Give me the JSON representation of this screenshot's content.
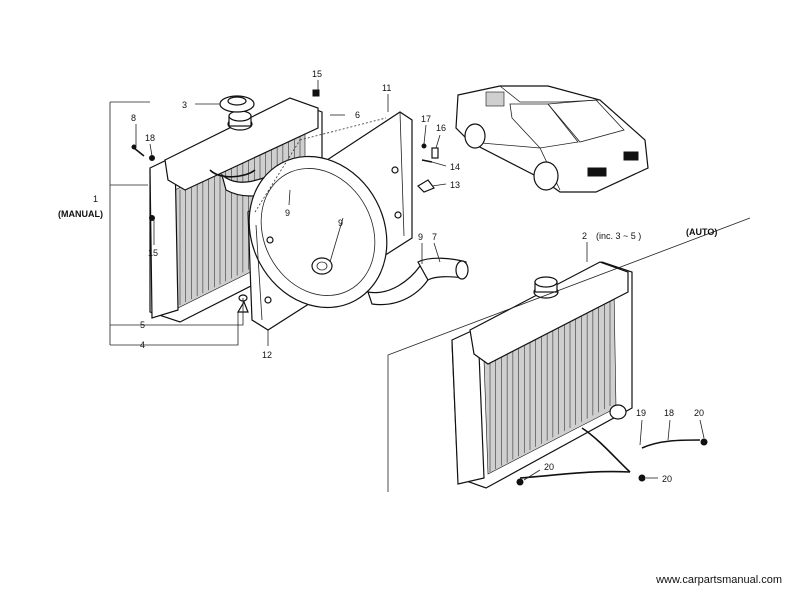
{
  "callouts": {
    "c1": "1",
    "manual": "(MANUAL)",
    "c2": "2",
    "inc": "(inc. 3 ~ 5 )",
    "auto": "(AUTO)",
    "c3": "3",
    "c4": "4",
    "c5": "5",
    "c6": "6",
    "c7": "7",
    "c8": "8",
    "c9a": "9",
    "c9b": "9",
    "c9c": "9",
    "c11": "11",
    "c12": "12",
    "c13": "13",
    "c14": "14",
    "c15a": "15",
    "c15b": "15",
    "c16": "16",
    "c17": "17",
    "c18a": "18",
    "c18b": "18",
    "c19": "19",
    "c20a": "20",
    "c20b": "20",
    "c20c": "20"
  },
  "watermark": "www.carpartsmanual.com"
}
